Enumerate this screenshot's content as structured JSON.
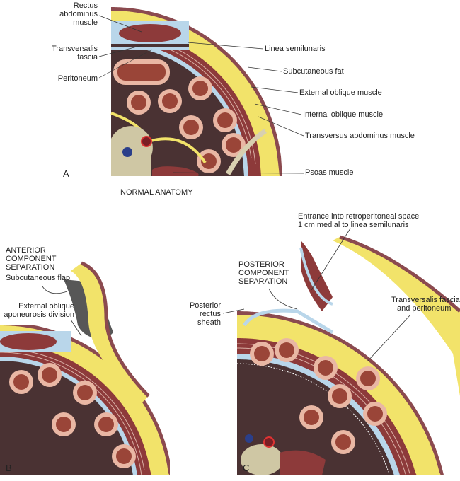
{
  "colors": {
    "skin": "#8b4a4f",
    "fat": "#f2e36a",
    "muscle": "#8d3a3a",
    "fascia": "#b9d6ea",
    "cavity": "#4a3233",
    "bowel_wall": "#e9b7a4",
    "bowel_lumen": "#9a4538",
    "bone": "#cfc7a4"
  },
  "panel_a": {
    "letter": "A",
    "caption": "NORMAL ANATOMY",
    "labels": {
      "rectus": [
        "Rectus",
        "abdominus",
        "muscle"
      ],
      "transversalis": [
        "Transversalis",
        "fascia"
      ],
      "peritoneum": "Peritoneum",
      "linea": "Linea semilunaris",
      "subcutaneous_fat": "Subcutaneous fat",
      "external_oblique": "External oblique muscle",
      "internal_oblique": "Internal oblique muscle",
      "transversus": "Transversus abdominus muscle",
      "psoas": "Psoas muscle"
    }
  },
  "panel_b": {
    "letter": "B",
    "title": [
      "ANTERIOR",
      "COMPONENT",
      "SEPARATION"
    ],
    "labels": {
      "flap": "Subcutaneous flap",
      "aponeurosis": [
        "External oblique",
        "aponeurosis division"
      ]
    }
  },
  "panel_c": {
    "letter": "C",
    "title": [
      "POSTERIOR",
      "COMPONENT",
      "SEPARATION"
    ],
    "labels": {
      "entrance": [
        "Entrance into retroperitoneal space",
        "1 cm medial to linea semilunaris"
      ],
      "posterior_sheath": [
        "Posterior",
        "rectus",
        "sheath"
      ],
      "transversalis": [
        "Transversalis fascia",
        "and peritoneum"
      ]
    }
  }
}
